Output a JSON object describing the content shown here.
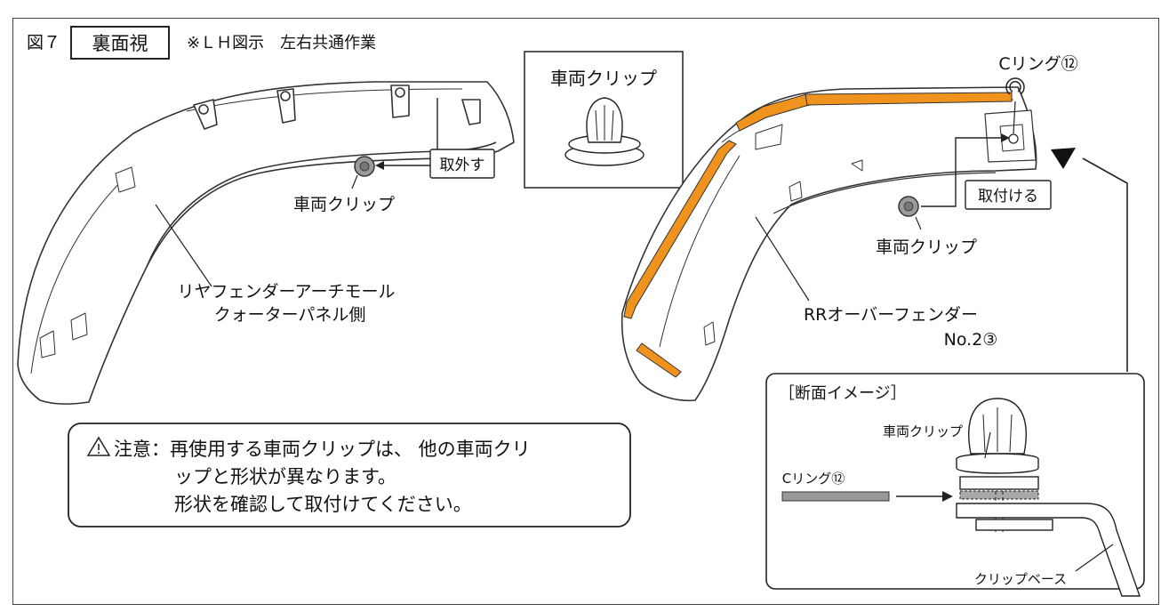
{
  "header": {
    "fig_label": "図７",
    "view_label": "裏面視",
    "note": "※ＬＨ図示　左右共通作業"
  },
  "left_part": {
    "clip_label": "車両クリップ",
    "action_label": "取外す",
    "name_line1": "リヤフェンダーアーチモール",
    "name_line2": "クォーターパネル側"
  },
  "clip_detail": {
    "title": "車両クリップ"
  },
  "right_part": {
    "ring_label": "Cリング⑫",
    "action_label": "取付ける",
    "clip_label": "車両クリップ",
    "name_line1": "RRオーバーフェンダー",
    "name_line2": "No.2③",
    "tape_color": "#F0931E"
  },
  "caution": {
    "line1": "注意：再使用する車両クリップは、 他の車両クリ",
    "line2": "ップと形状が異なります。",
    "line3": "形状を確認して取付けてください。"
  },
  "section": {
    "title": "［断面イメージ］",
    "clip_label": "車両クリップ",
    "ring_label": "Cリング⑫",
    "base_label": "クリップベース"
  }
}
